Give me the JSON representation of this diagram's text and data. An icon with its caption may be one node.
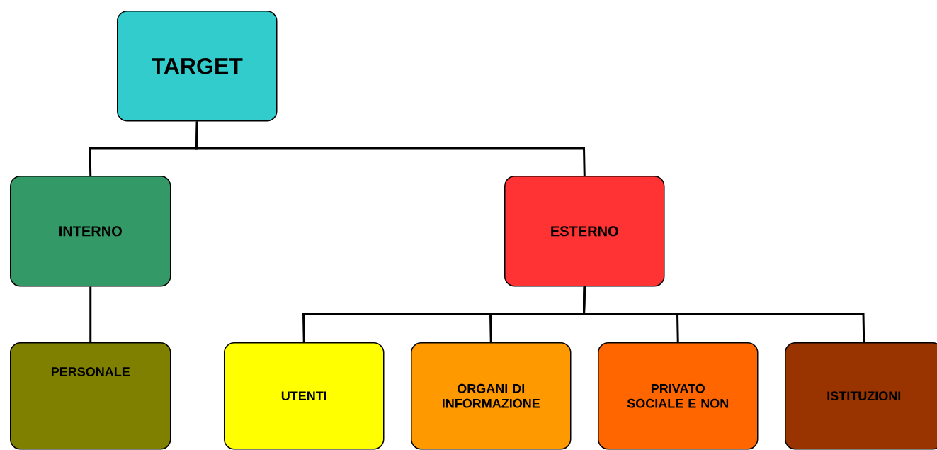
{
  "diagram": {
    "nodes": [
      {
        "text": [
          "TARGET"
        ]
      },
      {
        "text": [
          "INTERNO"
        ]
      },
      {
        "text": [
          "ESTERNO"
        ]
      },
      {
        "text": [
          "PERSONALE"
        ]
      },
      {
        "text": [
          "UTENTI"
        ]
      },
      {
        "text": [
          "ORGANI DI INFORMAZIONE"
        ]
      },
      {
        "text": [
          "PRIVATO SOCIALE E NON"
        ]
      },
      {
        "text": [
          "ISTITUZIONI"
        ]
      }
    ],
    "edges": [
      {
        "from": 0,
        "to": 1,
        "arrow": "none"
      },
      {
        "from": 0,
        "to": 2,
        "arrow": "none"
      },
      {
        "from": 1,
        "to": 3,
        "arrow": "none"
      },
      {
        "from": 2,
        "to": 4,
        "arrow": "none"
      },
      {
        "from": 2,
        "to": 5,
        "arrow": "none"
      },
      {
        "from": 2,
        "to": 6,
        "arrow": "none"
      },
      {
        "from": 2,
        "to": 7,
        "arrow": "none"
      }
    ]
  }
}
